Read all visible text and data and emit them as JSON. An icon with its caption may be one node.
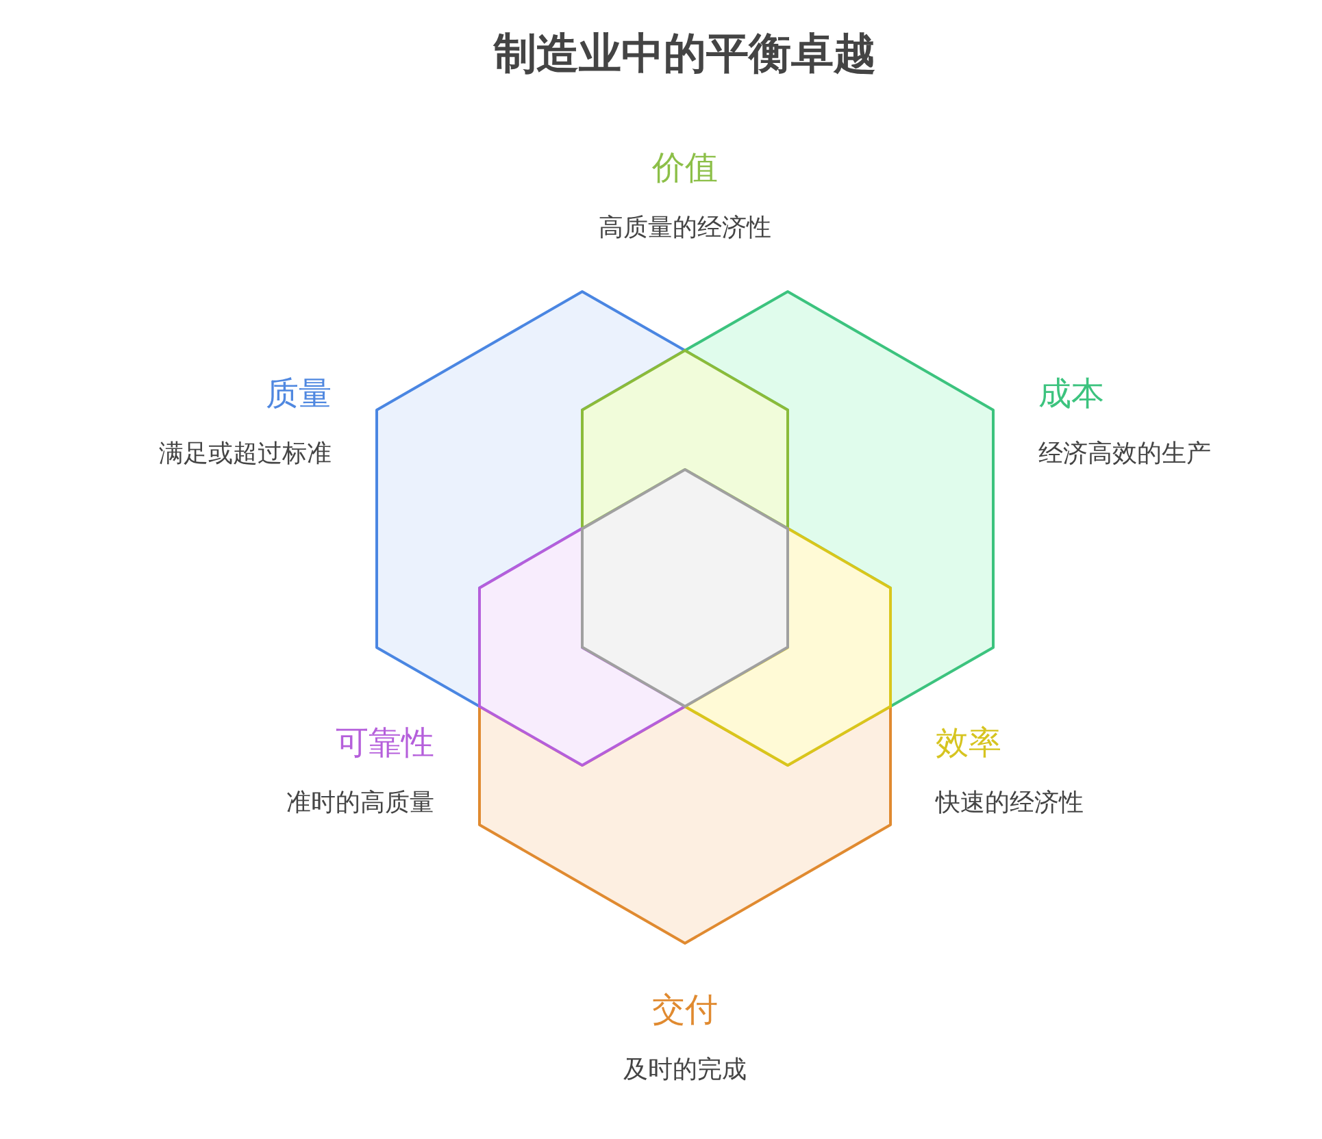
{
  "diagram": {
    "title": "制造业中的平衡卓越",
    "nodes": [
      {
        "text": [],
        "shape": "hexagon",
        "beside": [
          "价值",
          "高质量的经济性"
        ]
      },
      {
        "text": [
          "质量",
          "满足或超过标准"
        ]
      },
      {
        "text": [
          "成本",
          "经济高效的生产"
        ]
      },
      {
        "text": [
          "可靠性",
          "准时的高质量"
        ]
      },
      {
        "text": [
          "效率",
          "快速的经济性"
        ]
      },
      {
        "text": [
          "交付",
          "及时的完成"
        ]
      },
      {
        "text": [],
        "shape": "hexagon"
      }
    ]
  }
}
